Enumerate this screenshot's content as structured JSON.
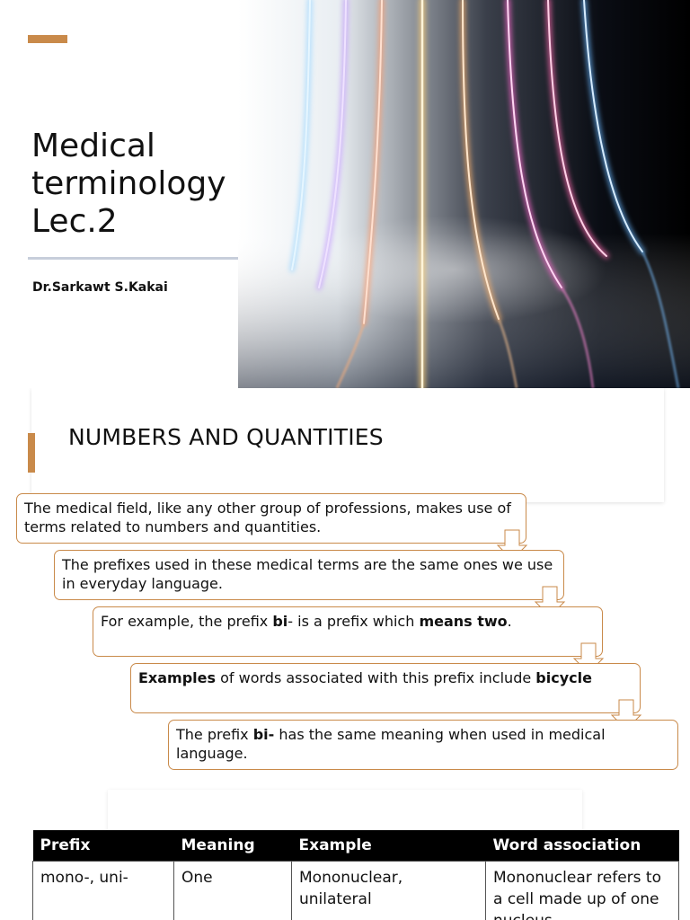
{
  "colors": {
    "accent": "#c98a4a",
    "rule": "#c7cedb",
    "table_header_bg": "#000000"
  },
  "slide1": {
    "title_lines": [
      "Medical",
      "terminology",
      "Lec.2"
    ],
    "author": "Dr.Sarkawt S.Kakai",
    "hero_image": "neon-light-lines-image"
  },
  "slide2": {
    "heading": "NUMBERS AND QUANTITIES",
    "steps": [
      {
        "segments": [
          {
            "text": "The medical field, like any other group of professions, makes use of terms related to numbers and quantities.",
            "bold": false
          }
        ]
      },
      {
        "segments": [
          {
            "text": "The prefixes used in these medical terms are the same ones we use in everyday language.",
            "bold": false
          }
        ]
      },
      {
        "segments": [
          {
            "text": "For example, the prefix ",
            "bold": false
          },
          {
            "text": "bi",
            "bold": true
          },
          {
            "text": "- is a prefix which ",
            "bold": false
          },
          {
            "text": "means two",
            "bold": true
          },
          {
            "text": ".",
            "bold": false
          }
        ]
      },
      {
        "segments": [
          {
            "text": "Examples",
            "bold": true
          },
          {
            "text": " of words associated with this prefix include ",
            "bold": false
          },
          {
            "text": "bicycle",
            "bold": true
          }
        ]
      },
      {
        "segments": [
          {
            "text": "The prefix ",
            "bold": false
          },
          {
            "text": "bi-",
            "bold": true
          },
          {
            "text": " has the same meaning when used in medical language.",
            "bold": false
          }
        ]
      }
    ],
    "table": {
      "headers": [
        "Prefix",
        "Meaning",
        "Example",
        "Word association"
      ],
      "rows": [
        [
          "mono-, uni-",
          "One",
          "Mononuclear, unilateral",
          "Mononuclear refers to a cell made up of one nucleus"
        ]
      ]
    }
  }
}
